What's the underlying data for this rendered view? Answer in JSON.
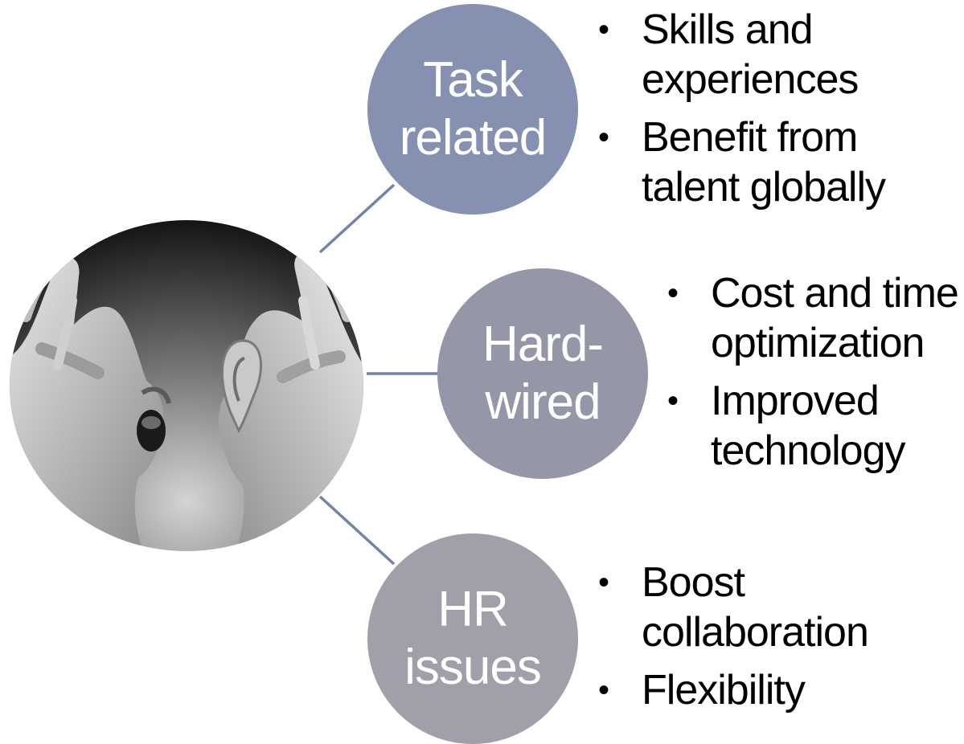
{
  "image": {
    "description_icon": "hands-shouting-photo"
  },
  "colors": {
    "task": "#8690b1",
    "hard": "#9596a7",
    "hr": "#a19fa9",
    "connector": "#7284a8"
  },
  "nodes": [
    {
      "lines": [
        "Task",
        "related"
      ],
      "bullets": [
        "Skills and experiences",
        "Benefit from talent globally"
      ]
    },
    {
      "lines": [
        "Hard-",
        "wired"
      ],
      "bullets": [
        "Cost and time optimization",
        "Improved technology"
      ]
    },
    {
      "lines": [
        "HR",
        "issues"
      ],
      "bullets": [
        "Boost collaboration",
        "Flexibility"
      ]
    }
  ]
}
